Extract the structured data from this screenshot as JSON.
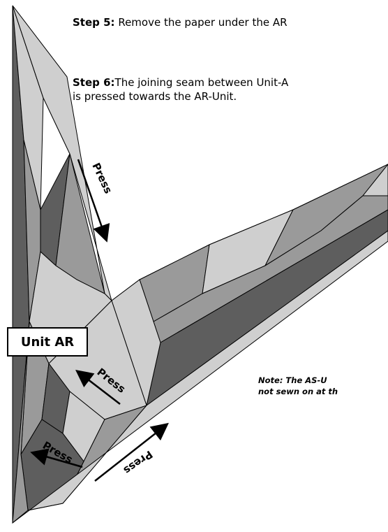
{
  "steps": [
    {
      "label": "Step 5:",
      "text": "Remove the paper under the AR"
    },
    {
      "label": "Step 6:",
      "text": "The joining seam between Unit-A",
      "text2": "is pressed  towards the AR-Unit."
    }
  ],
  "unit_label": "Unit AR",
  "note": {
    "line1": "Note: The AS-U",
    "line2": "not sewn on at th"
  },
  "press_labels": [
    "Press",
    "Press",
    "Press",
    "Press"
  ],
  "colors": {
    "dark": "#5e5e5e",
    "medium": "#9a9a9a",
    "light": "#cfcfcf",
    "outline": "#000000"
  }
}
